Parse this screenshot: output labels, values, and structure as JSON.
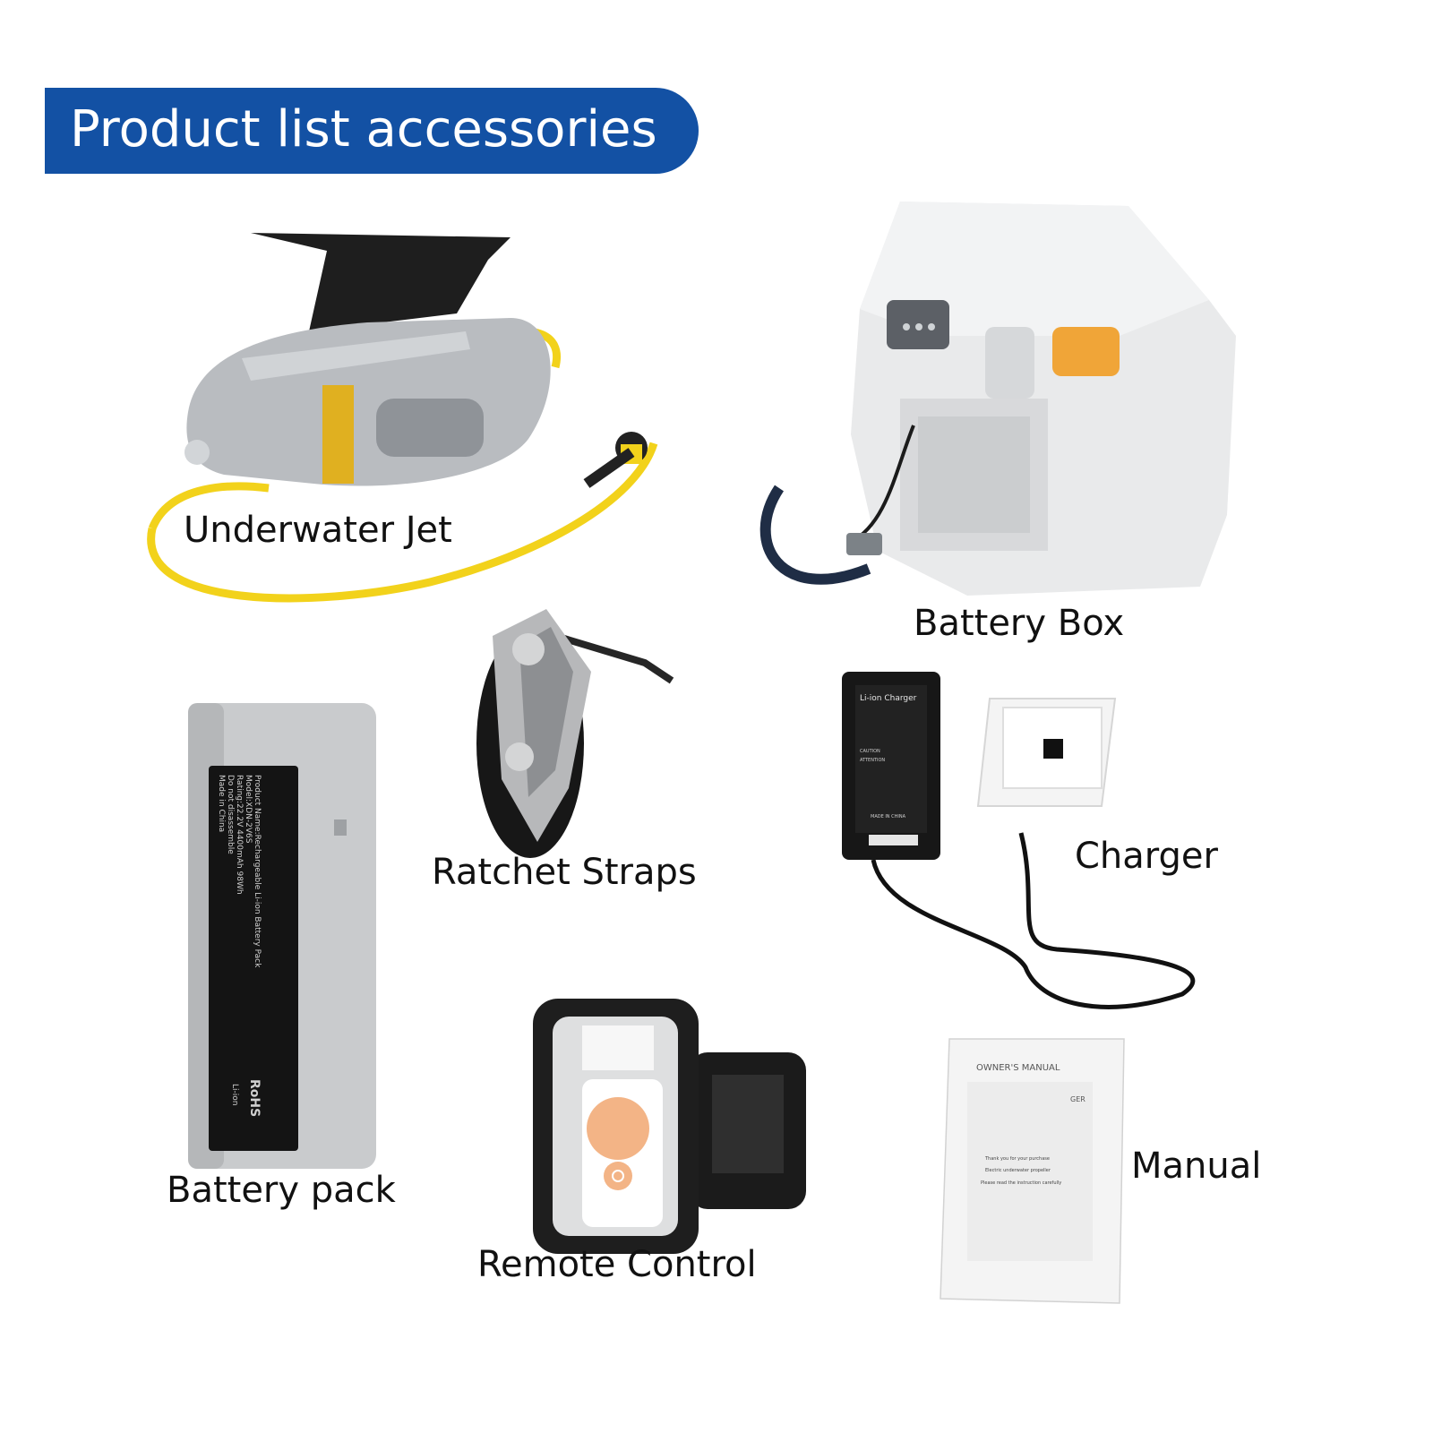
{
  "header": {
    "title": "Product list accessories"
  },
  "items": [
    {
      "label": "Underwater Jet",
      "icon": "underwater-jet-image"
    },
    {
      "label": "Battery Box",
      "icon": "battery-box-image"
    },
    {
      "label": "Ratchet Straps",
      "icon": "ratchet-straps-image"
    },
    {
      "label": "Charger",
      "icon": "charger-image"
    },
    {
      "label": "Battery pack",
      "icon": "battery-pack-image"
    },
    {
      "label": "Remote Control",
      "icon": "remote-control-image"
    },
    {
      "label": "Manual",
      "icon": "manual-image"
    }
  ],
  "charger_label_text": {
    "title": "Li-ion Charger",
    "caution": "CAUTION",
    "attention": "ATTENTION",
    "origin": "MADE IN CHINA"
  },
  "battery_label_text": {
    "line1": "Product Name:Rechargeable Li-ion Battery Pack",
    "line2": "Model:XDN-2V6S",
    "line3": "Rating:22.2V 4400mAh 98Wh",
    "line4": "Do not disassemble",
    "line5": "Made in China",
    "rohs": "RoHS",
    "liion": "Li-ion"
  },
  "manual_text": {
    "title": "OWNER'S MANUAL",
    "ger": "GER",
    "thanks": "Thank you for your purchase",
    "product": "Electric underwater propeller",
    "read": "Please read the instruction carefully"
  },
  "colors": {
    "banner": "#1351a4",
    "cable": "#f2d21b",
    "body_gray": "#b9bcc0",
    "knob_orange": "#f0a538",
    "remote_orange": "#f3b486"
  }
}
